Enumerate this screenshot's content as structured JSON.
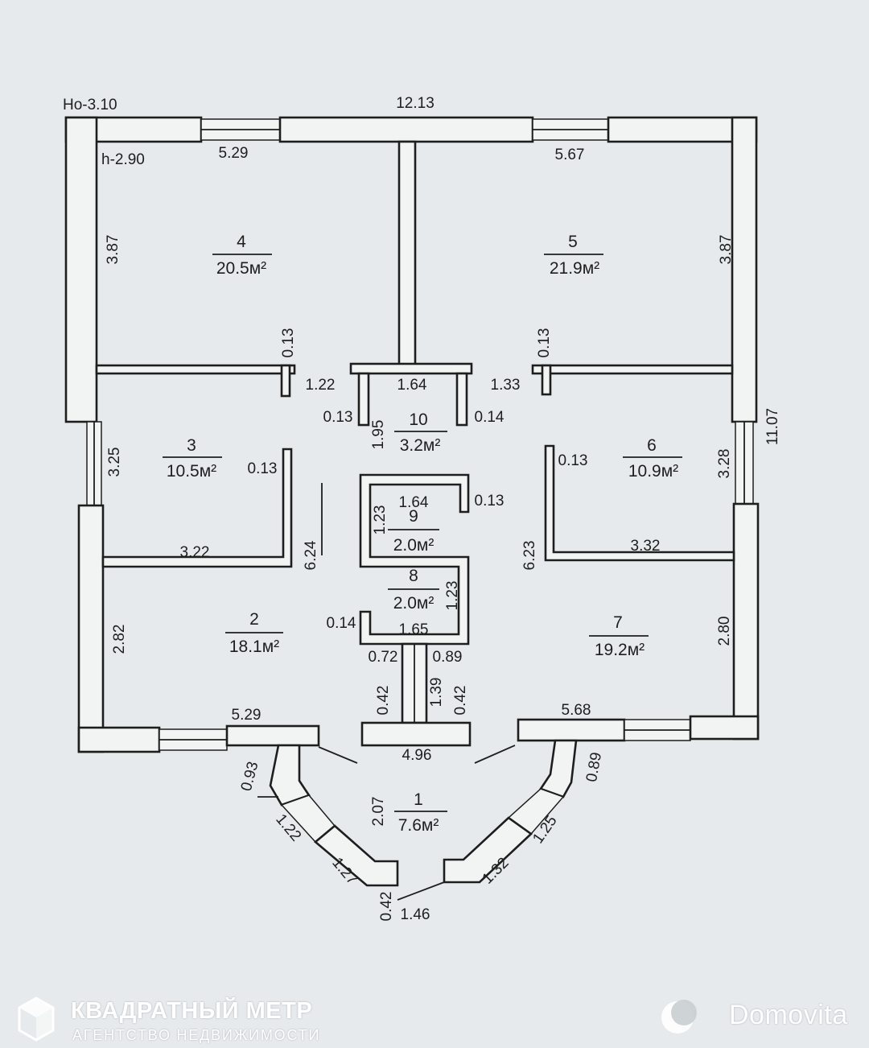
{
  "plan": {
    "heights": {
      "outer": "Ho-3.10",
      "inner": "h-2.90"
    },
    "rooms": [
      {
        "id": "4",
        "area": "20.5м²"
      },
      {
        "id": "5",
        "area": "21.9м²"
      },
      {
        "id": "3",
        "area": "10.5м²"
      },
      {
        "id": "6",
        "area": "10.9м²"
      },
      {
        "id": "10",
        "area": "3.2м²"
      },
      {
        "id": "9",
        "area": "2.0м²"
      },
      {
        "id": "8",
        "area": "2.0м²"
      },
      {
        "id": "2",
        "area": "18.1м²"
      },
      {
        "id": "7",
        "area": "19.2м²"
      },
      {
        "id": "1",
        "area": "7.6м²"
      }
    ],
    "dimensions": {
      "top_total": "12.13",
      "top_left": "5.29",
      "top_right": "5.67",
      "left_upper": "3.87",
      "right_upper": "3.87",
      "right_total": "11.07",
      "wall_left_1": "0.13",
      "wall_right_1": "0.13",
      "gap_left": "1.22",
      "center_top": "1.64",
      "gap_right": "1.33",
      "c_left_wall": "0.13",
      "c_right_wall": "0.14",
      "c_height": "1.95",
      "left_mid": "3.25",
      "right_mid": "3.28",
      "room3_wall": "0.13",
      "room6_wall": "0.13",
      "r9_width": "1.64",
      "r9_wall": "0.13",
      "r9_height": "1.23",
      "room3_width": "3.22",
      "room6_width": "3.32",
      "left_long": "6.24",
      "right_long": "6.23",
      "r8_height": "1.23",
      "r8_wall": "0.14",
      "r8_width": "1.65",
      "left_lower": "2.82",
      "right_lower": "2.80",
      "door_left": "0.72",
      "door_right": "0.89",
      "post_left": "0.42",
      "post_mid": "1.39",
      "post_right": "0.42",
      "bottom_left": "5.29",
      "bottom_right": "5.68",
      "bottom_center": "4.96",
      "porch_l1": "0.93",
      "porch_l2": "1.22",
      "porch_l3": "1.27",
      "porch_l4": "0.42",
      "porch_bottom": "1.46",
      "porch_depth": "2.07",
      "porch_r1": "0.89",
      "porch_r2": "1.25",
      "porch_r3": "1.32"
    }
  },
  "branding": {
    "agency_name": "КВАДРАТНЫЙ МЕТР",
    "agency_sub": "АГЕНТСТВО НЕДВИЖИМОСТИ",
    "site_name": "Domovita"
  },
  "colors": {
    "background": "#e6eaec",
    "ink": "#1e1e1e",
    "wall_fill": "#f2f3f3"
  }
}
